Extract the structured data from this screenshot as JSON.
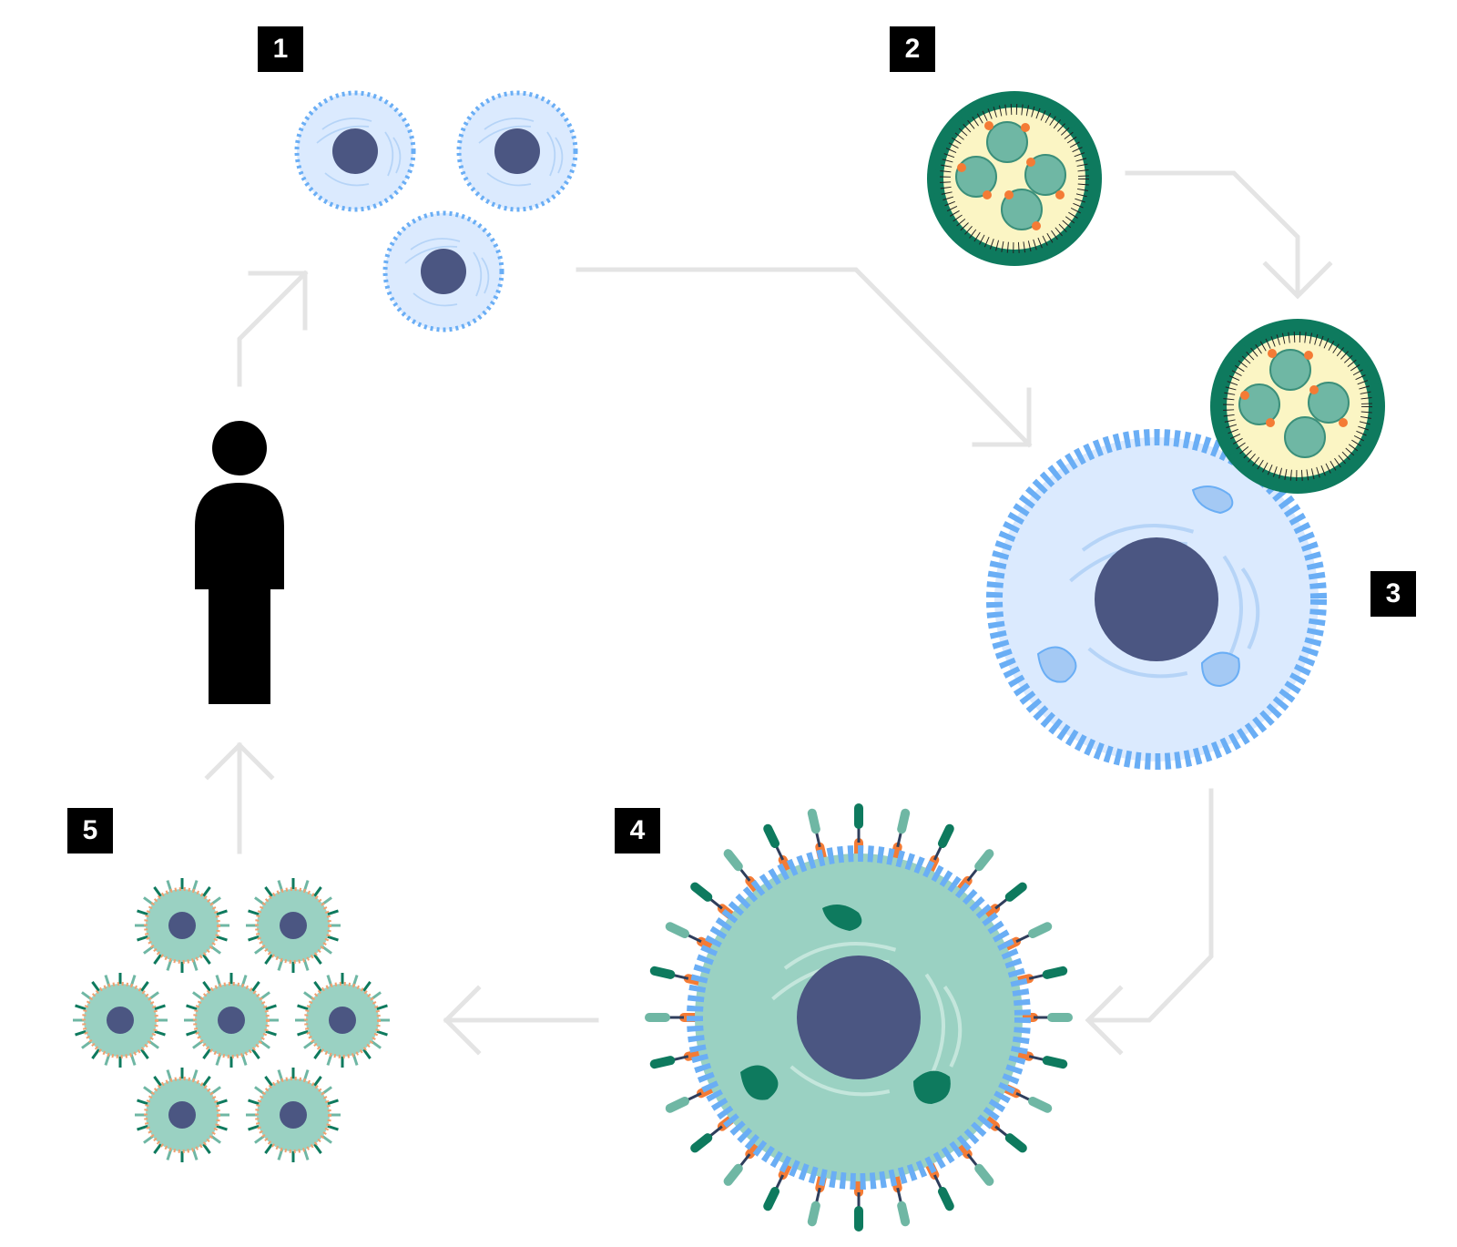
{
  "steps": [
    {
      "number": "1",
      "icon": "blood-cells-icon"
    },
    {
      "number": "2",
      "icon": "lipid-nanoparticle-icon"
    },
    {
      "number": "3",
      "icon": "cell-with-nanoparticle-icon"
    },
    {
      "number": "4",
      "icon": "car-t-cell-icon"
    },
    {
      "number": "5",
      "icon": "expanded-cells-icon"
    }
  ],
  "colors": {
    "cell_fill": "#dbeafe",
    "cell_membrane": "#6aaef5",
    "nucleus": "#4b5682",
    "lnp_shell": "#0e7a5e",
    "lnp_core": "#fbf5c4",
    "payload": "#6fb7a4",
    "receptor_hinge": "#f47b35",
    "engineered_cell_fill": "#9ad1c2",
    "arrow": "#e4e4e4",
    "person": "#000000"
  }
}
